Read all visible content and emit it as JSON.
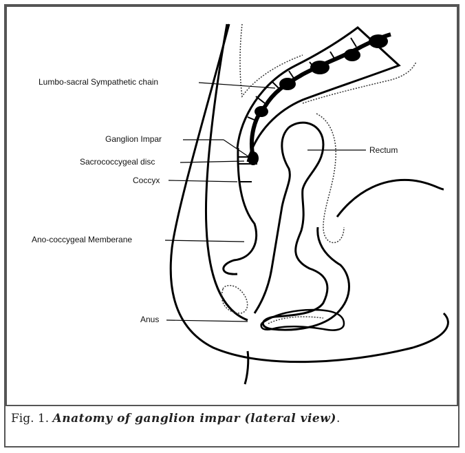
{
  "labels": {
    "sympathetic_chain": "Lumbo-sacral Sympathetic chain",
    "ganglion_impar": "Ganglion Impar",
    "sacrococcygeal_disc": "Sacrococcygeal disc",
    "coccyx": "Coccyx",
    "anococcygeal": "Ano-coccygeal Memberane",
    "anus": "Anus",
    "rectum": "Rectum"
  },
  "caption": {
    "prefix": "Fig. 1. ",
    "title": "Anatomy of ganglion impar (lateral view)",
    "suffix": "."
  }
}
